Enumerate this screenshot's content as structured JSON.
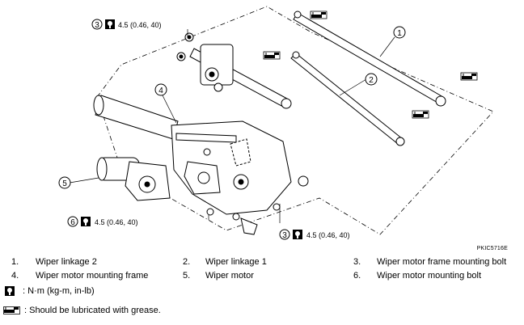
{
  "figure_code": "PKIC5716E",
  "torques": {
    "top": {
      "ref": "3",
      "value": "4.5 (0.46, 40)"
    },
    "left": {
      "ref": "6",
      "value": "4.5 (0.46, 40)"
    },
    "bottom": {
      "ref": "3",
      "value": "4.5 (0.46, 40)"
    }
  },
  "callouts": [
    "1",
    "2",
    "4",
    "5"
  ],
  "legend": {
    "rows": [
      [
        {
          "num": "1.",
          "label": "Wiper linkage 2"
        },
        {
          "num": "2.",
          "label": "Wiper linkage 1"
        },
        {
          "num": "3.",
          "label": "Wiper motor frame mounting bolt"
        }
      ],
      [
        {
          "num": "4.",
          "label": "Wiper motor mounting frame"
        },
        {
          "num": "5.",
          "label": "Wiper motor"
        },
        {
          "num": "6.",
          "label": "Wiper motor mounting bolt"
        }
      ]
    ],
    "torque_symbol_text": ": N·m (kg-m, in-lb)",
    "grease_symbol_text": ": Should be lubricated with grease."
  },
  "icons": {
    "torque": "torque-wrench-icon",
    "grease": "grease-gun-icon"
  }
}
